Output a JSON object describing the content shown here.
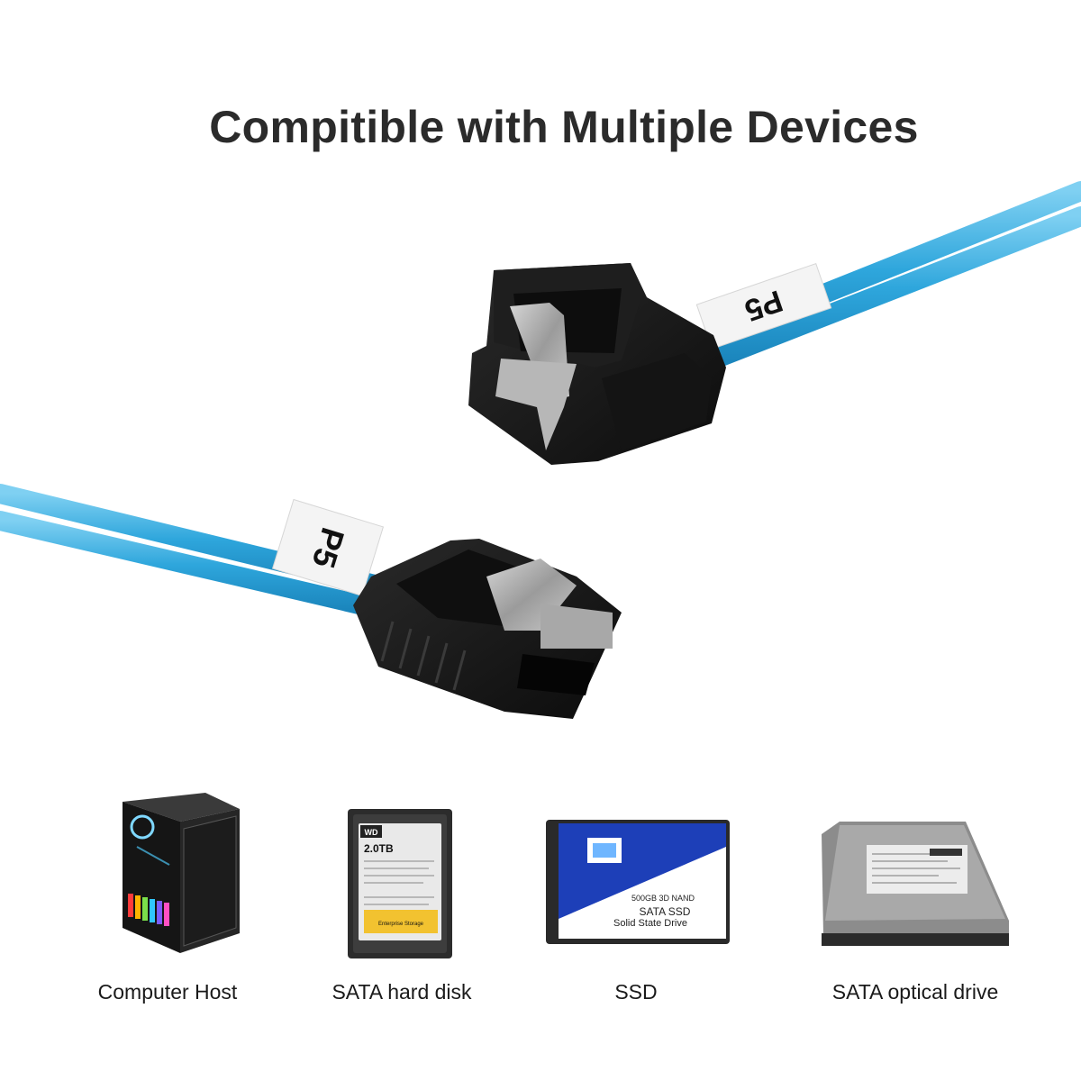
{
  "title": "Compitible with Multiple Devices",
  "cable": {
    "color": "#3aaee0",
    "connector_color": "#1a1a1a",
    "label_top": "P5",
    "label_bottom": "P5"
  },
  "devices": [
    {
      "name": "Computer Host",
      "icon": "pc-tower-icon"
    },
    {
      "name": "SATA hard disk",
      "icon": "hard-disk-icon",
      "printed": {
        "brand": "WD",
        "capacity": "2.0TB",
        "tag": "Enterprise Storage"
      }
    },
    {
      "name": "SSD",
      "icon": "ssd-icon",
      "printed": {
        "capacity": "500GB 3D NAND",
        "line1": "SATA SSD",
        "line2": "Solid State Drive"
      }
    },
    {
      "name": "SATA optical drive",
      "icon": "optical-drive-icon"
    }
  ]
}
